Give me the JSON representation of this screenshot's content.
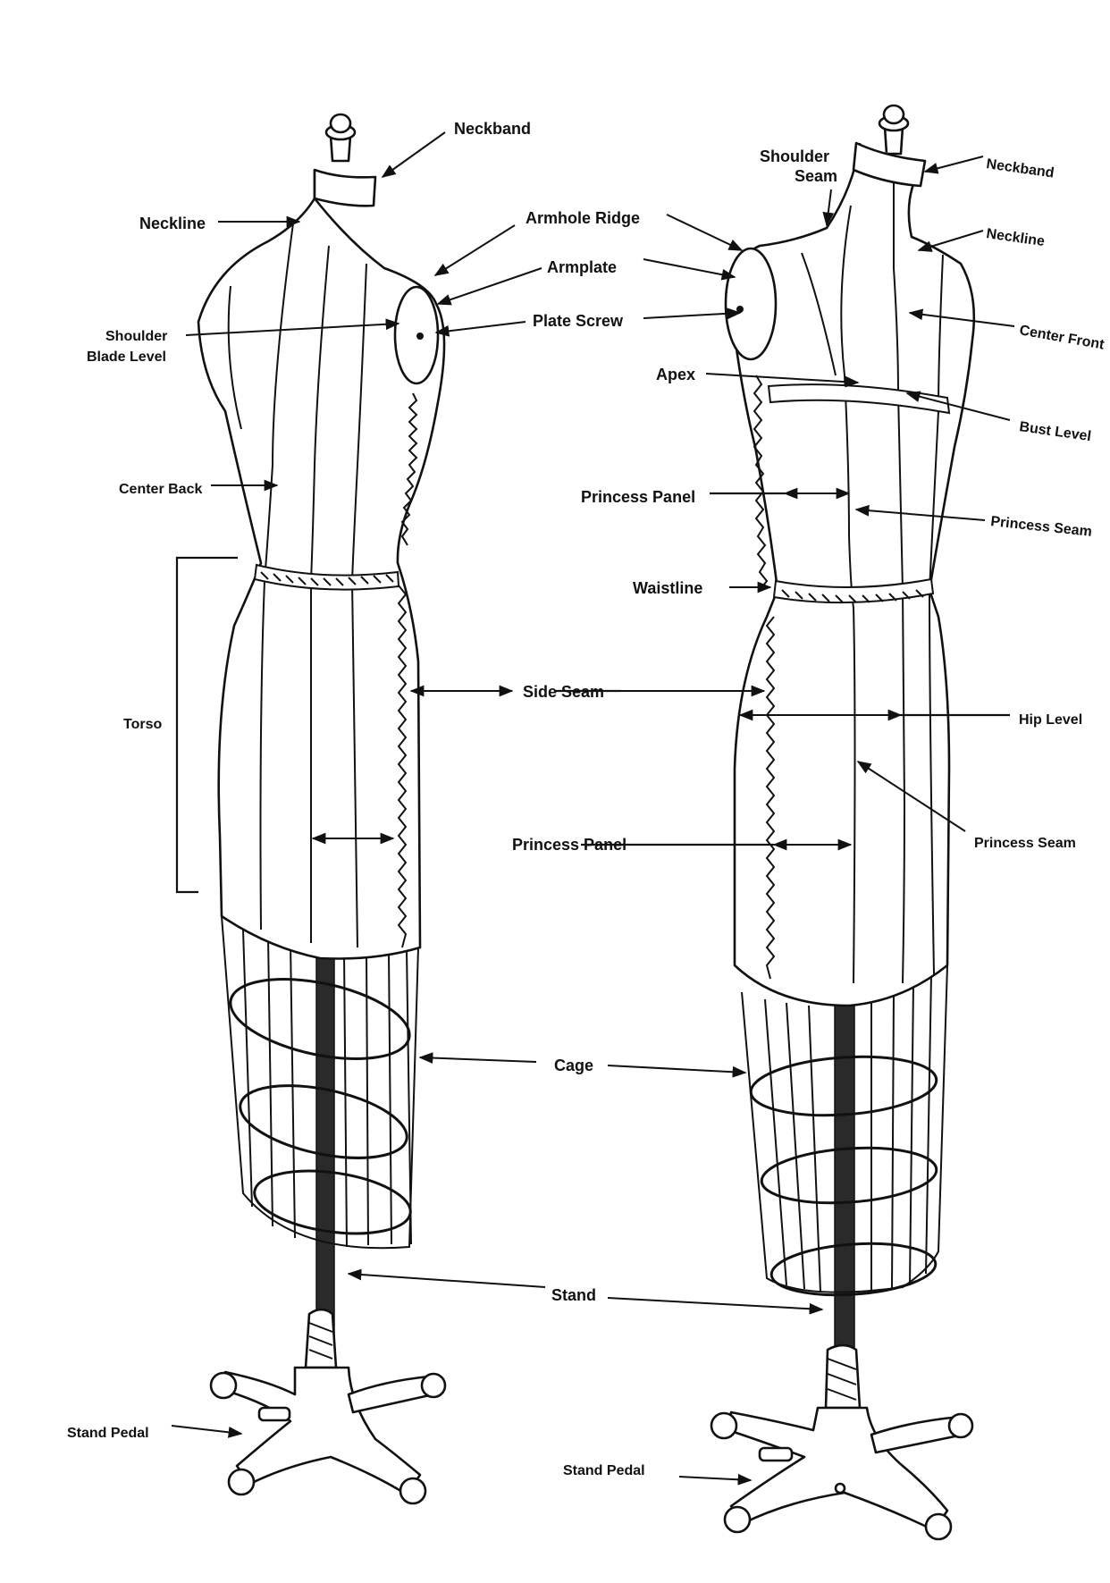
{
  "labels": {
    "neckband": "Neckband",
    "neckline": "Neckline",
    "armhole_ridge": "Armhole Ridge",
    "armplate": "Armplate",
    "shoulder_blade_level_1": "Shoulder",
    "shoulder_blade_level_2": "Blade Level",
    "plate_screw": "Plate Screw",
    "center_back": "Center Back",
    "torso": "Torso",
    "side_seam": "Side Seam",
    "princess_panel_1": "Princess Panel",
    "princess_panel_2": "Princess Panel",
    "cage": "Cage",
    "stand": "Stand",
    "stand_pedal_1": "Stand Pedal",
    "stand_pedal_2": "Stand Pedal",
    "shoulder_seam_1": "Shoulder",
    "shoulder_seam_2": "Seam",
    "neckband_2": "Neckband",
    "neckline_2": "Neckline",
    "center_front": "Center Front",
    "apex": "Apex",
    "bust_level": "Bust Level",
    "princess_seam_1": "Princess Seam",
    "waistline": "Waistline",
    "hip_level": "Hip Level",
    "princess_seam_2": "Princess Seam"
  }
}
